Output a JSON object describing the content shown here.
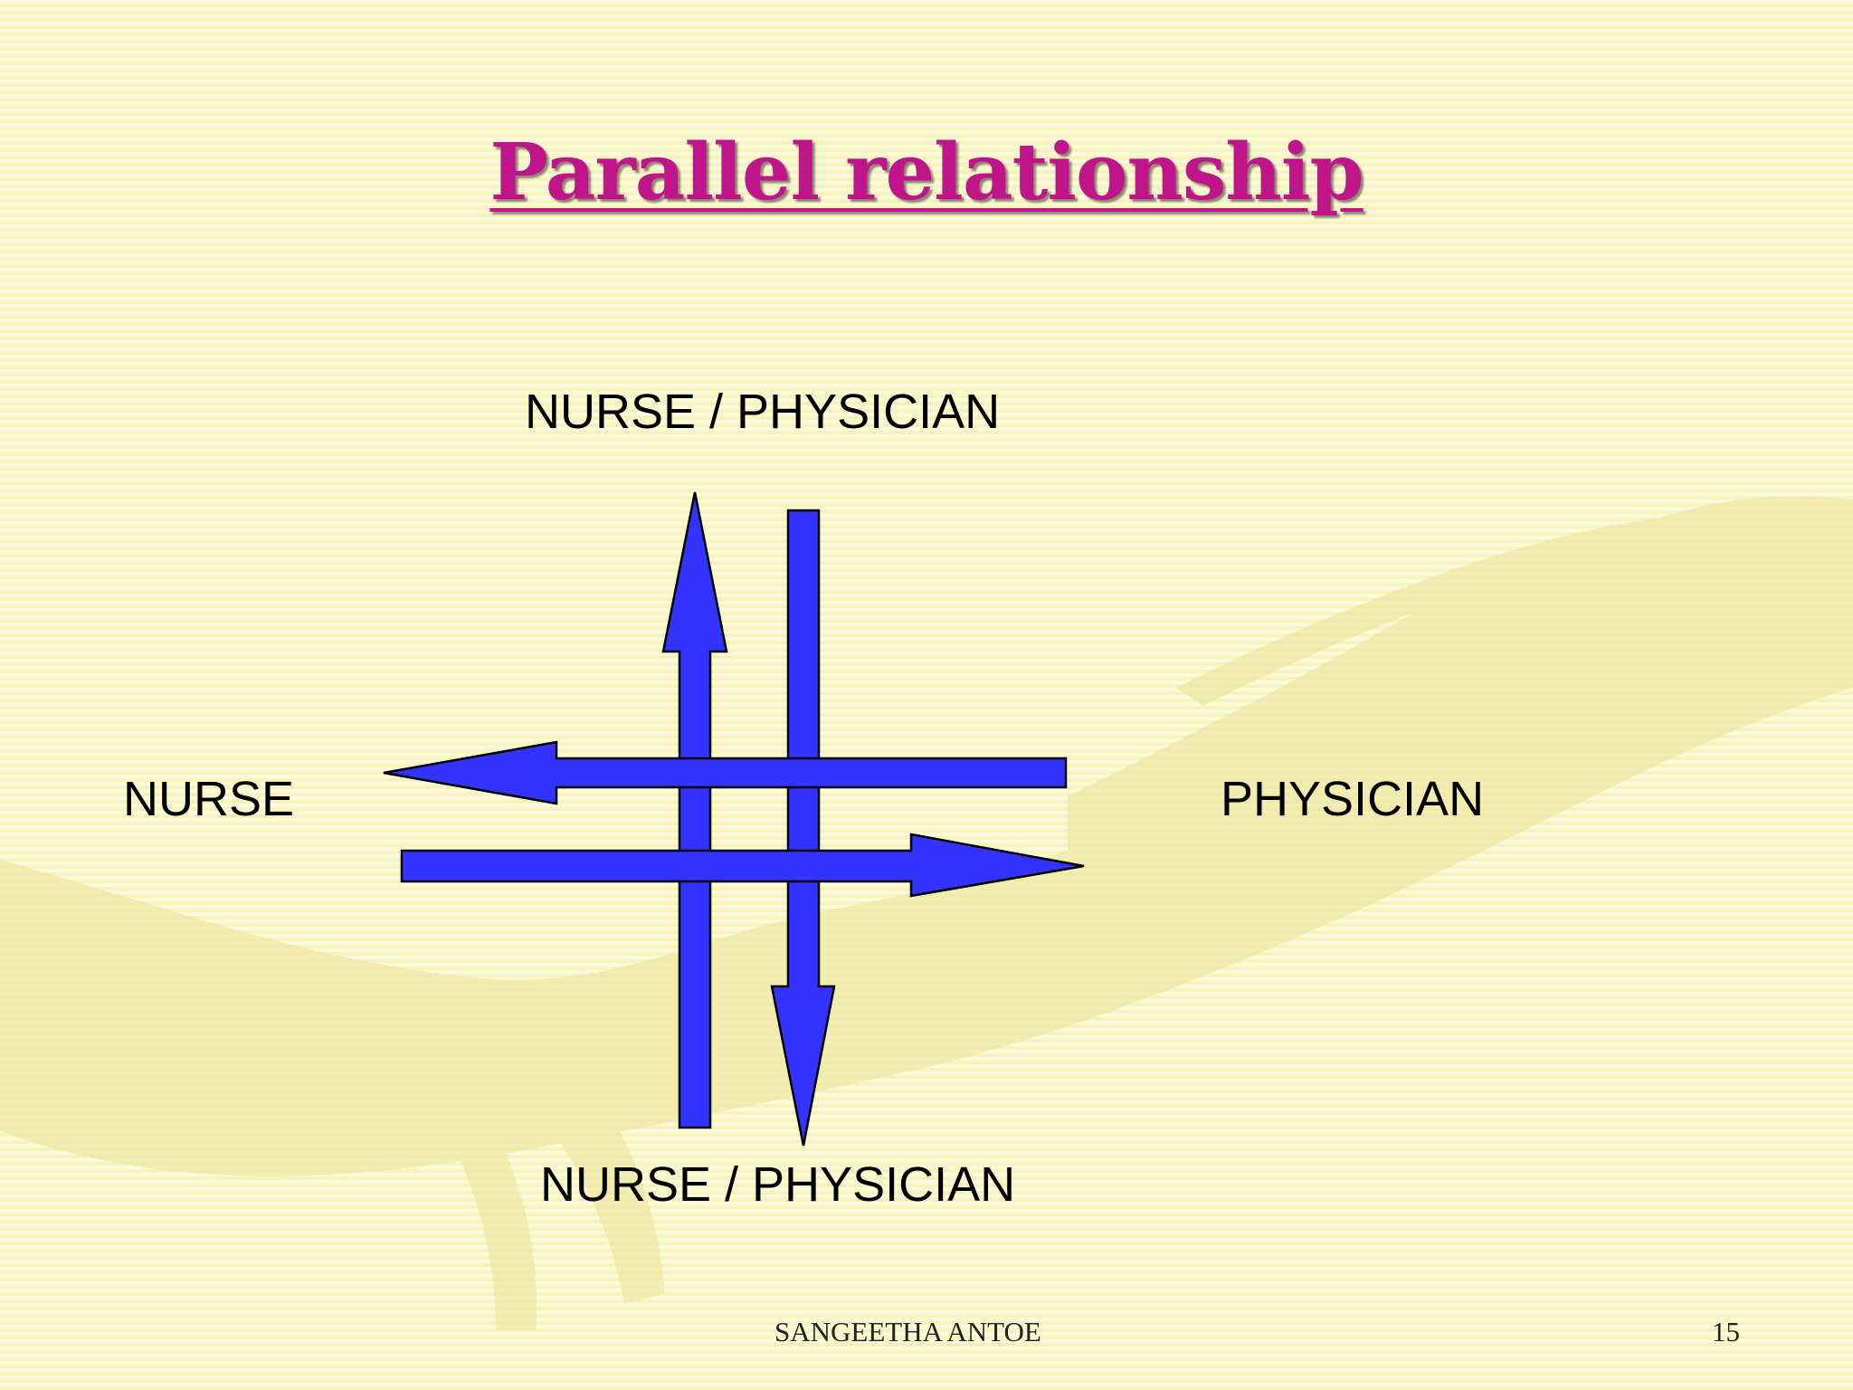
{
  "slide": {
    "title": "Parallel relationship",
    "labels": {
      "top": "NURSE / PHYSICIAN",
      "bottom": "NURSE / PHYSICIAN",
      "left": "NURSE",
      "right": "PHYSICIAN"
    },
    "footer": {
      "author": "SANGEETHA ANTOE",
      "page_number": "15"
    }
  },
  "colors": {
    "background": "#fbf8c6",
    "title": "#c0148a",
    "arrow_fill": "#3333ff",
    "arrow_stroke": "#000000"
  }
}
